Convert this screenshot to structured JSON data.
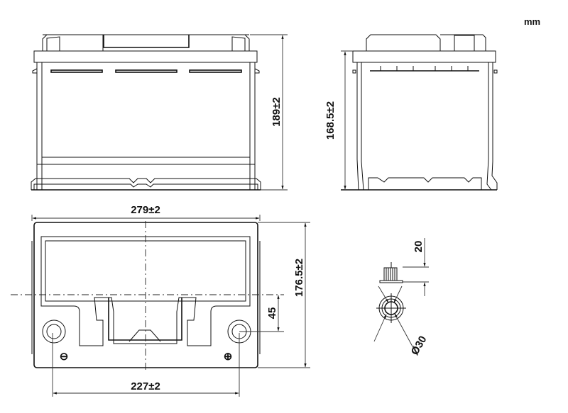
{
  "drawing": {
    "unit_label": "mm",
    "front_view": {
      "height_dim": "189±2"
    },
    "side_view": {
      "height_dim": "168.5±2"
    },
    "top_view": {
      "length_dim": "279±2",
      "width_dim": "176.5±2",
      "terminal_spacing_dim": "227±2",
      "terminal_offset_dim": "45",
      "negative_symbol": "⊖",
      "positive_symbol": "⊕"
    },
    "terminal_detail": {
      "height_dim": "20",
      "diameter_dim": "Ø30"
    }
  }
}
